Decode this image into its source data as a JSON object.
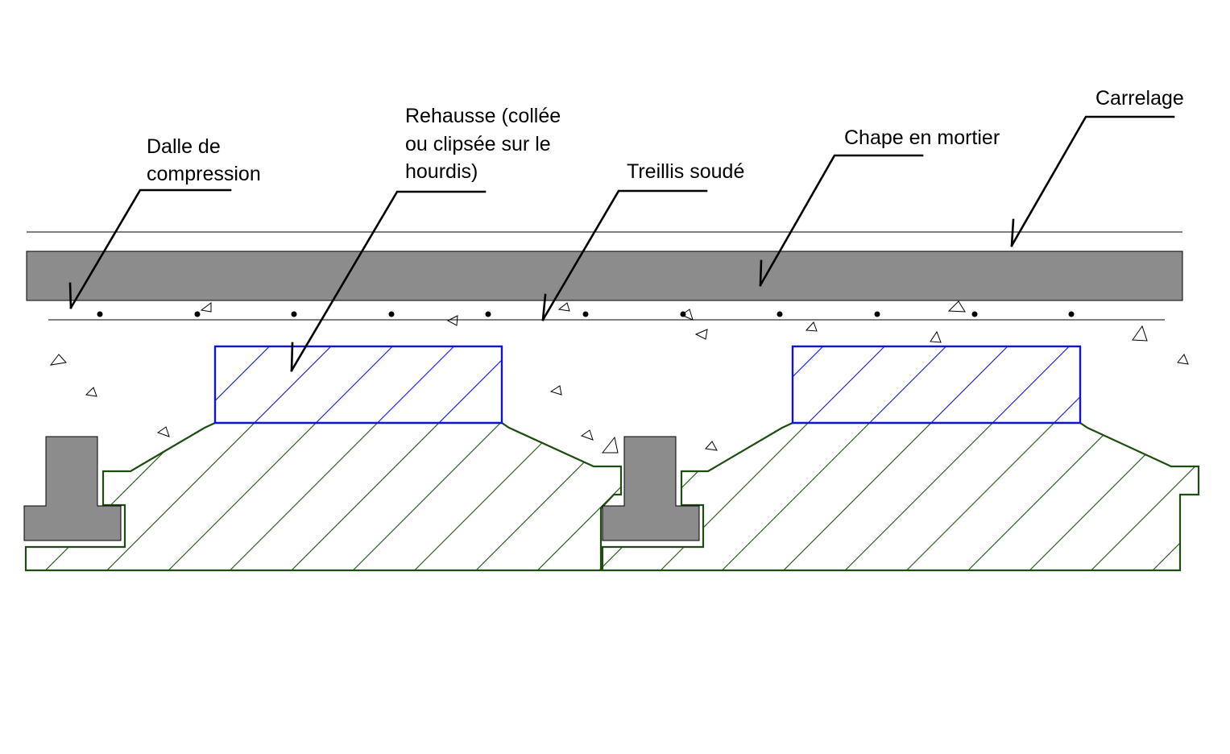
{
  "labels": {
    "dalle_line1": "Dalle de",
    "dalle_line2": "compression",
    "rehausse_line1": "Rehausse (collée",
    "rehausse_line2": "ou clipsée sur le",
    "rehausse_line3": "hourdis)",
    "treillis": "Treillis soudé",
    "chape": "Chape en mortier",
    "carrelage": "Carrelage"
  },
  "colors": {
    "chape_fill": "#8c8c8c",
    "beam_fill": "#8c8c8c",
    "hourdis_stroke": "#1e4d12",
    "rehausse_stroke": "#0f14d2",
    "line": "#000000",
    "background": "#ffffff"
  }
}
